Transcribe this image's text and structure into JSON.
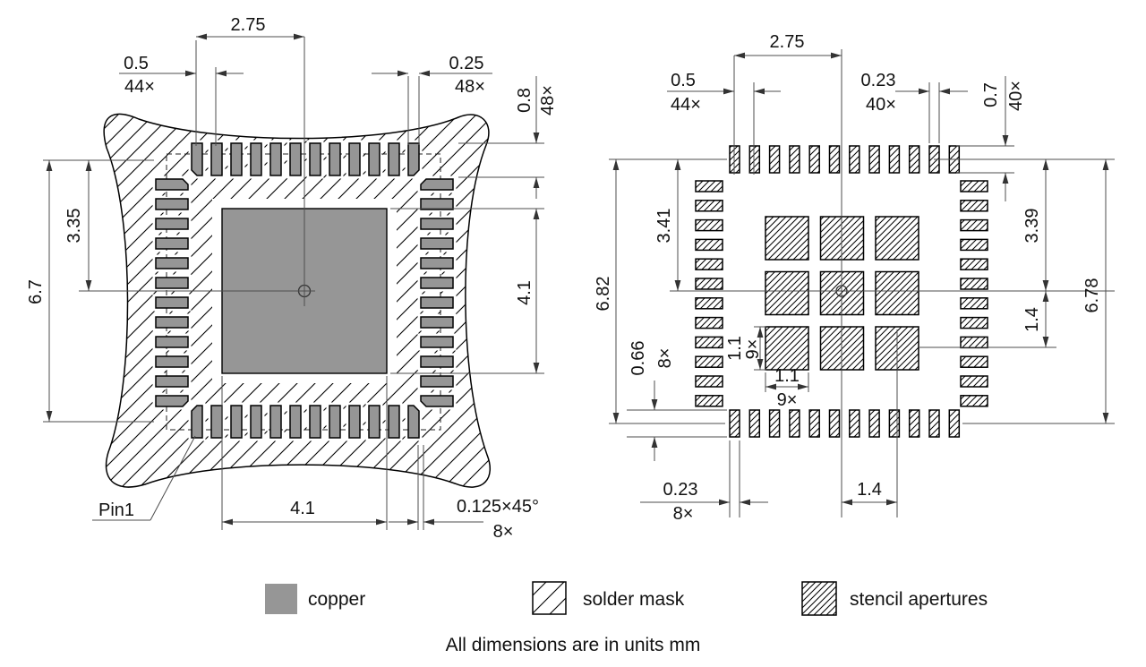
{
  "left_view": {
    "pin1": "Pin1",
    "dims": {
      "pitch_value": "0.5",
      "pitch_count": "44×",
      "span": "2.75",
      "pad_width_value": "0.25",
      "pad_width_count": "48×",
      "pad_length_value": "0.8",
      "pad_length_count": "48×",
      "total_height": "6.7",
      "center_height": "3.35",
      "thermal_height": "4.1",
      "thermal_width": "4.1",
      "chamfer_value": "0.125×45°",
      "chamfer_count": "8×"
    }
  },
  "right_view": {
    "dims": {
      "span": "2.75",
      "pitch_value": "0.5",
      "pitch_count": "44×",
      "aperture_width_value": "0.23",
      "aperture_width_count": "40×",
      "aperture_length_value": "0.7",
      "aperture_length_count": "40×",
      "center_height": "3.41",
      "total_height": "6.82",
      "corner_length_value": "0.66",
      "corner_length_count": "8×",
      "corner_width_value": "0.23",
      "corner_width_count": "8×",
      "bottom_pitch": "1.4",
      "right_center_height": "3.39",
      "right_pitch": "1.4",
      "right_total_height": "6.78",
      "square_width_value": "1.1",
      "square_width_count": "9×",
      "square_height_value": "1.1",
      "square_height_count": "9×"
    }
  },
  "legend": {
    "copper": "copper",
    "solder_mask": "solder mask",
    "stencil": "stencil apertures"
  },
  "footer": {
    "note": "All dimensions are in units mm"
  },
  "colors": {
    "copper": "#969696",
    "line": "#4d4d4d",
    "ink": "#111111"
  }
}
